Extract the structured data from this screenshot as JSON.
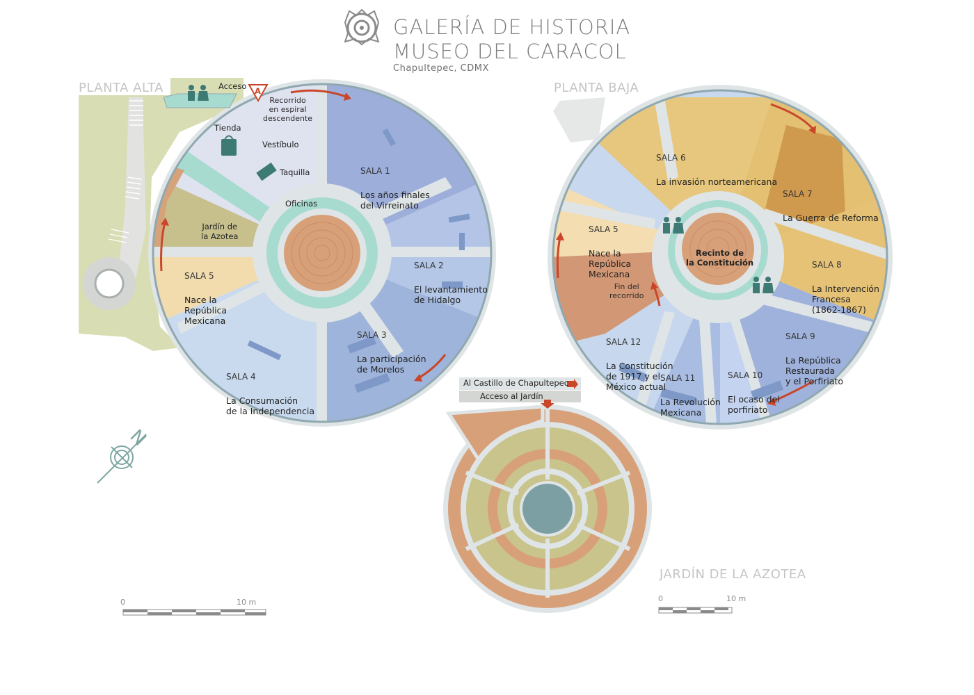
{
  "header": {
    "title_line1": "GALERÍA DE HISTORIA",
    "title_line2": "MUSEO DEL CARACOL",
    "subtitle": "Chapultepec, CDMX"
  },
  "sections": {
    "upper": "PLANTA ALTA",
    "lower": "PLANTA BAJA",
    "garden": "JARDÍN DE LA AZOTEA"
  },
  "upper_floor": {
    "access": "Acceso",
    "access_marker": "A",
    "route_note": "Recorrido\nen espiral\ndescendente",
    "shop": "Tienda",
    "lobby": "Vestíbulo",
    "ticket": "Taquilla",
    "offices": "Oficinas",
    "roof_garden": "Jardín de\nla Azotea",
    "rooms": [
      {
        "num": "SALA 1",
        "name": "Los años finales\ndel Virreinato"
      },
      {
        "num": "SALA 2",
        "name": "El levantamiento\nde Hidalgo"
      },
      {
        "num": "SALA 3",
        "name": "La participación\nde Morelos"
      },
      {
        "num": "SALA 4",
        "name": "La Consumación\nde la Independencia"
      },
      {
        "num": "SALA 5",
        "name": "Nace la\nRepública\nMexicana"
      }
    ]
  },
  "lower_floor": {
    "center": "Recinto de\nla Constitución",
    "end_route": "Fin del\nrecorrido",
    "rooms": [
      {
        "num": "SALA 5",
        "name": "Nace la\nRepública\nMexicana"
      },
      {
        "num": "SALA 6",
        "name": "La invasión norteamericana"
      },
      {
        "num": "SALA 7",
        "name": "La Guerra de Reforma"
      },
      {
        "num": "SALA 8",
        "name": "La Intervención\nFrancesa\n(1862-1867)"
      },
      {
        "num": "SALA 9",
        "name": "La República\nRestaurada\ny el Porfiriato"
      },
      {
        "num": "SALA 10",
        "name": "El ocaso del\nporfiriato"
      },
      {
        "num": "SALA 11",
        "name": "La Revolución\nMexicana"
      },
      {
        "num": "SALA 12",
        "name": "La Constitución\nde 1917 y el\nMéxico actual"
      }
    ]
  },
  "garden": {
    "to_castle": "Al Castillo de Chapultepec",
    "garden_access": "Acceso al Jardín"
  },
  "compass": {
    "letter": "N"
  },
  "scales": [
    {
      "min": "0",
      "max": "10 m"
    },
    {
      "min": "0",
      "max": "10 m"
    }
  ],
  "colors": {
    "upper_blue_dark": "#9aaed6",
    "upper_blue_light": "#c6d7ee",
    "cream": "#f1dcae",
    "gold": "#e5c276",
    "brown_gold": "#cf9a4e",
    "terracotta": "#d7a079",
    "teal": "#a8dcd0",
    "olive": "#c9c38c",
    "arrow_red": "#c9462a"
  }
}
